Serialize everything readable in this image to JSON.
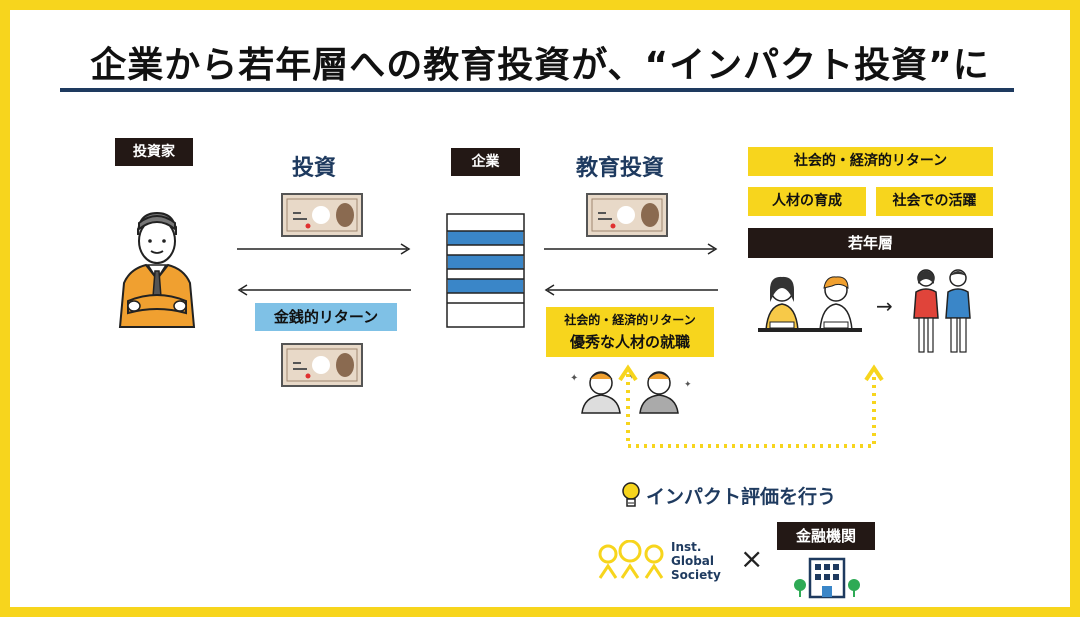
{
  "title": "企業から若年層への教育投資が、“インパクト投資”に",
  "investor": {
    "tag": "投資家"
  },
  "flow_investment": {
    "label": "投資"
  },
  "flow_return": {
    "label": "金銭的リターン"
  },
  "company": {
    "tag": "企業"
  },
  "flow_education": {
    "label": "教育投資"
  },
  "flow_back": {
    "line1": "社会的・経済的リターン",
    "line2": "優秀な人材の就職"
  },
  "youth": {
    "return_label": "社会的・経済的リターン",
    "growth_label": "人材の育成",
    "activity_label": "社会での活躍",
    "tag": "若年層"
  },
  "impact": {
    "label": "インパクト評価を行う"
  },
  "logo": {
    "line1": "Inst.",
    "line2": "Global",
    "line3": "Society"
  },
  "cross": "×",
  "finance": {
    "tag": "金融機関"
  },
  "colors": {
    "frame": "#f7d51d",
    "navy": "#1e3a5f",
    "dark": "#231815",
    "accent_blue": "#7fc1e6",
    "stack_blue": "#3a86c8",
    "suit": "#f0a030"
  },
  "icons": [
    "person-icon",
    "banknote-icon",
    "arrow-right-icon",
    "arrow-left-icon",
    "building-stack-icon",
    "student-icon",
    "worker-icon",
    "lightbulb-icon",
    "office-building-icon",
    "tree-icon"
  ]
}
